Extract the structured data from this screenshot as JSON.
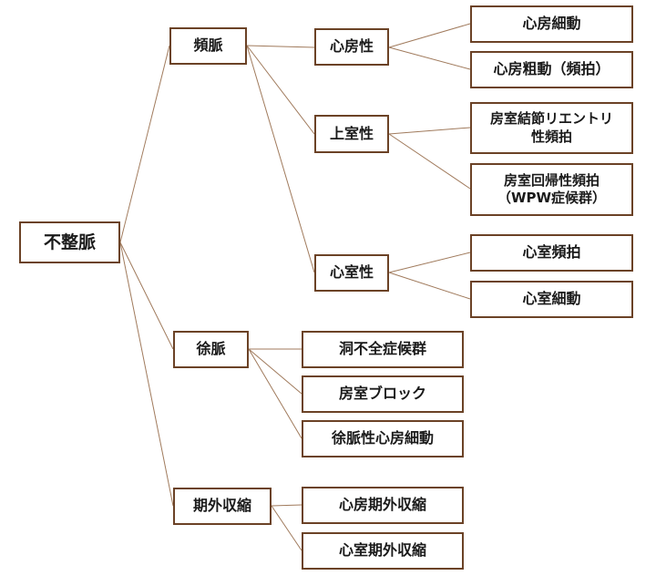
{
  "diagram": {
    "root": "不整脈",
    "tachy": {
      "label": "頻脈",
      "atrial": {
        "label": "心房性",
        "flutter": "心房細動",
        "coarse": "心房粗動（頻拍）"
      },
      "supra": {
        "label": "上室性",
        "avnrt": "房室結節リエントリ\n性頻拍",
        "avrt": "房室回帰性頻拍\n（WPW症候群）"
      },
      "vent": {
        "label": "心室性",
        "vt": "心室頻拍",
        "vf": "心室細動"
      }
    },
    "brady": {
      "label": "徐脈",
      "sss": "洞不全症候群",
      "avb": "房室ブロック",
      "af": "徐脈性心房細動"
    },
    "extra": {
      "label": "期外収縮",
      "pac": "心房期外収縮",
      "pvc": "心室期外収縮"
    }
  }
}
